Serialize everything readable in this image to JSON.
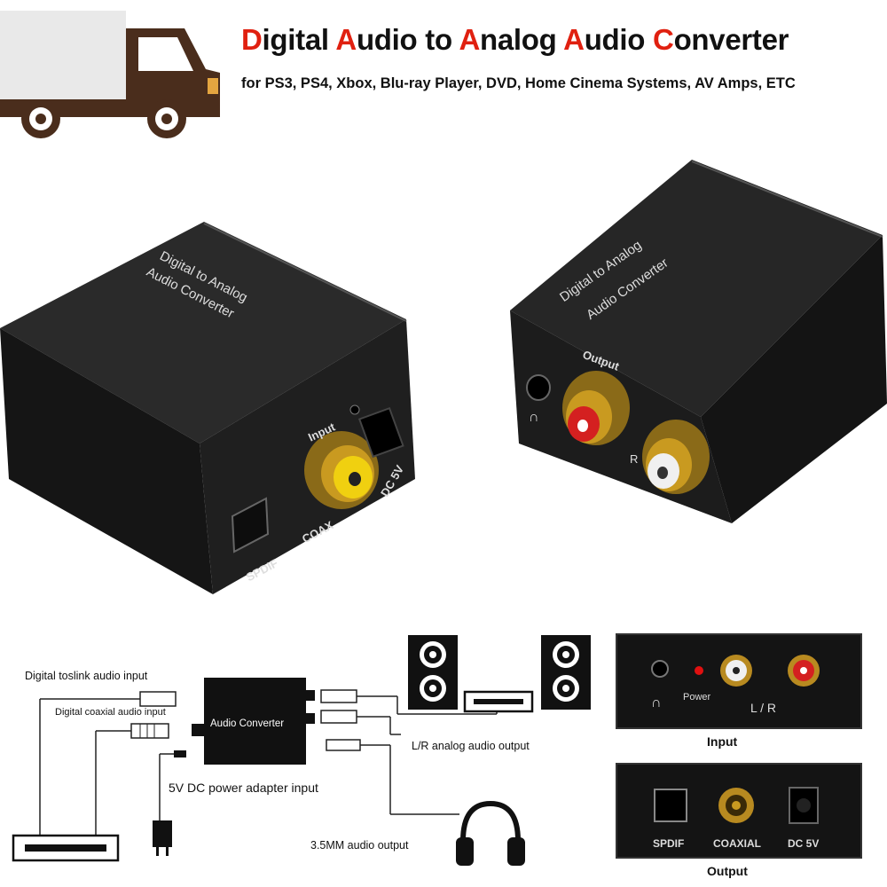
{
  "header": {
    "title_parts": [
      "D",
      "igital ",
      "A",
      "udio to ",
      "A",
      "nalog ",
      "A",
      "udio ",
      "C",
      "onverter"
    ],
    "subtitle": "for PS3, PS4, Xbox, Blu-ray Player, DVD, Home Cinema Systems, AV Amps, ETC",
    "accent_color": "#e02010"
  },
  "icons": {
    "truck": "truck-icon",
    "headphones": "headphones-icon",
    "speaker": "speaker-icon"
  },
  "device_left": {
    "top_label_line1": "Digital to Analog",
    "top_label_line2": "Audio Converter",
    "input": "Input",
    "spdif": "SPDIF",
    "coax": "COAX",
    "dc": "DC 5V"
  },
  "device_right": {
    "top_label_line1": "Digital to Analog",
    "top_label_line2": "Audio Converter",
    "output": "Output",
    "r": "R"
  },
  "diagram": {
    "toslink_input": "Digital  toslink audio input",
    "coaxial_input": "Digital  coaxial audio input",
    "converter": "Audio Converter",
    "lr_output": "L/R analog audio output",
    "power_input": "5V DC power adapter input",
    "mm_output": "3.5MM audio output"
  },
  "panel_top": {
    "power": "Power",
    "lr": "L  /  R",
    "caption": "Input"
  },
  "panel_bottom": {
    "spdif": "SPDIF",
    "coaxial": "COAXIAL",
    "dc": "DC 5V",
    "caption": "Output"
  }
}
